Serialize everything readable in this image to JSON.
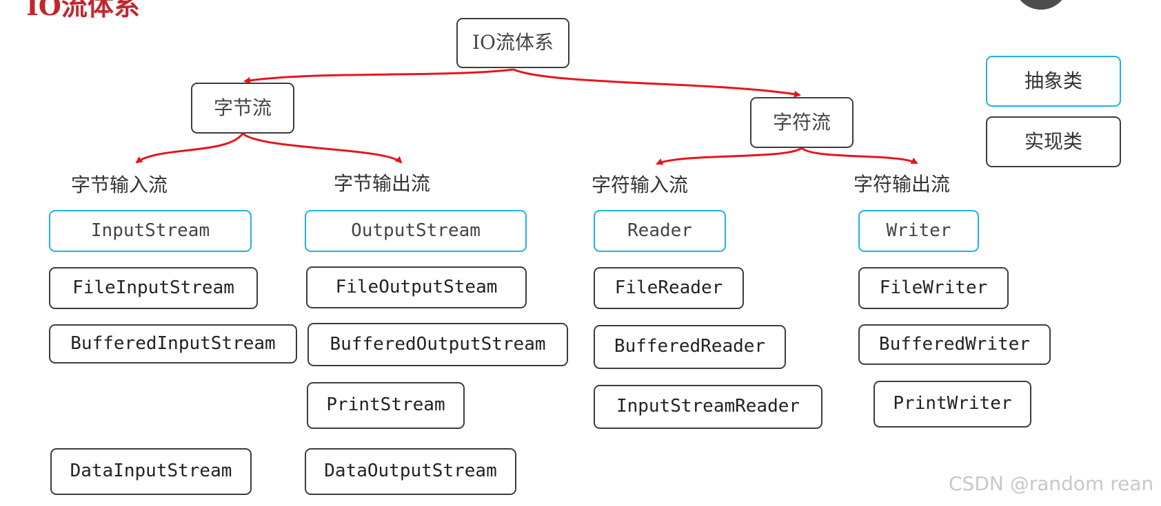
{
  "title": "IO流体系",
  "colors": {
    "abstract_border": "#20b0e8",
    "impl_border": "#3c3c3c",
    "arrow": "#e8141c",
    "title": "#c0282d"
  },
  "legend": {
    "abstract": "抽象类",
    "impl": "实现类"
  },
  "root": "IO流体系",
  "categories": {
    "byte": "字节流",
    "char": "字符流"
  },
  "groups": {
    "byte_input": "字节输入流",
    "byte_output": "字节输出流",
    "char_input": "字符输入流",
    "char_output": "字符输出流"
  },
  "classes": {
    "byte_input": [
      "InputStream",
      "FileInputStream",
      "BufferedInputStream",
      "DataInputStream"
    ],
    "byte_output": [
      "OutputStream",
      "FileOutputSteam",
      "BufferedOutputStream",
      "PrintStream",
      "DataOutputStream"
    ],
    "char_input": [
      "Reader",
      "FileReader",
      "BufferedReader",
      "InputStreamReader"
    ],
    "char_output": [
      "Writer",
      "FileWriter",
      "BufferedWriter",
      "PrintWriter"
    ]
  },
  "watermark": "CSDN @random rean"
}
